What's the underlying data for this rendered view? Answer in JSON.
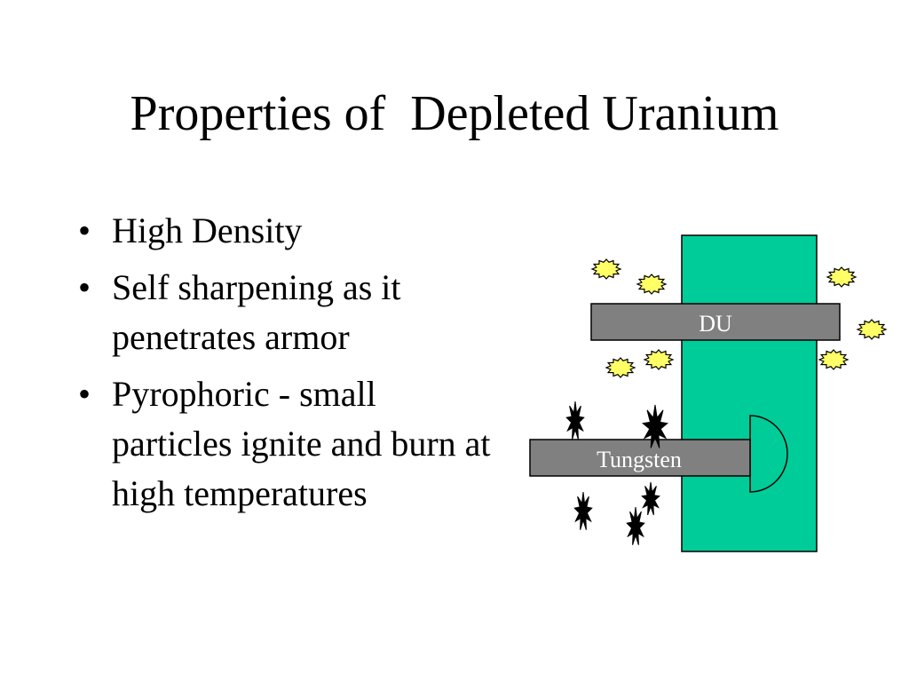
{
  "title": "Properties of  Depleted Uranium",
  "bullets": [
    "High Density",
    "Self sharpening as it penetrates armor",
    "Pyrophoric - small particles ignite and burn at high temperatures"
  ],
  "bullet_char": "•",
  "diagram": {
    "du_label": "DU",
    "tungsten_label": "Tungsten",
    "colors": {
      "armor": "#00cc99",
      "rod": "#808080",
      "spark": "#ffff66",
      "debris": "#000000"
    }
  }
}
